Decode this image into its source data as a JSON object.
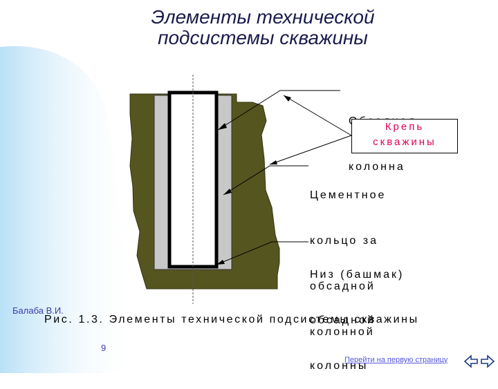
{
  "title": {
    "line1": "Элементы технической",
    "line2": "подсистемы скважины"
  },
  "labels": {
    "casing": [
      "Обсадная",
      "колонна"
    ],
    "lining": [
      "Крепь",
      "скважины"
    ],
    "cement": [
      "Цементное",
      "кольцо за",
      "обсадной",
      "колонной"
    ],
    "shoe": [
      "Низ (башмак)",
      "обсадной",
      "колонны"
    ]
  },
  "caption": "Рис. 1.3. Элементы технической подсистемы скважины",
  "author": "Балаба В.И.",
  "page_number": "9",
  "nav": {
    "first_page_link": "Перейти на первую страницу",
    "prev_icon": "arrow-left-icon",
    "next_icon": "arrow-right-icon"
  },
  "colors": {
    "rock": "#555520",
    "cement": "#c8c8c8",
    "accent": "#e0005a",
    "arc": "#cfe9f7"
  }
}
